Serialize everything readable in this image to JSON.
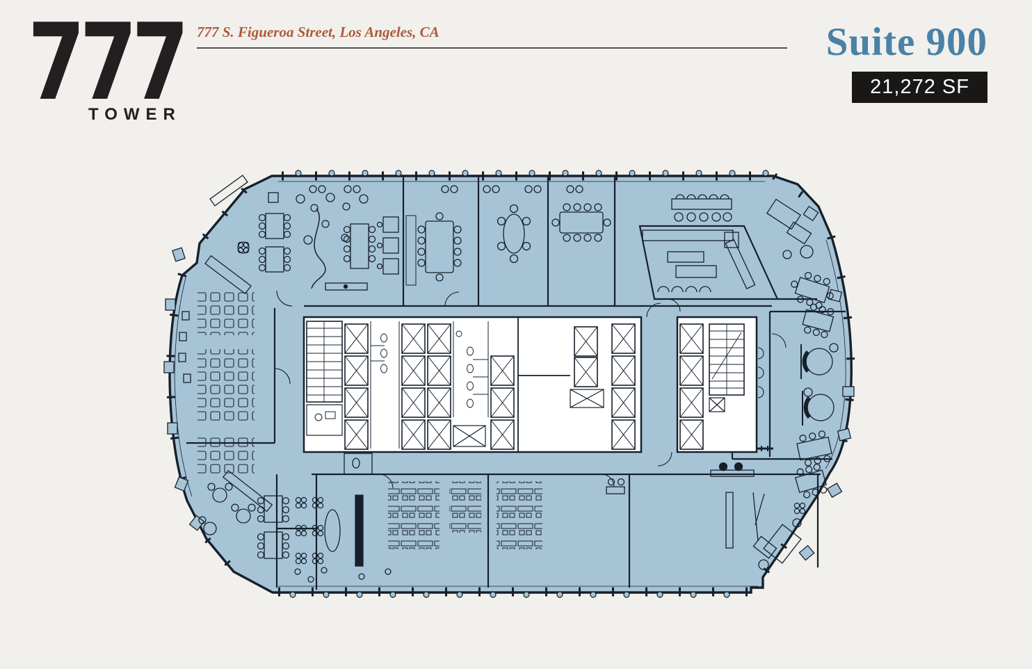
{
  "header": {
    "logo_number": "777",
    "logo_word": "TOWER",
    "address": "777 S. Figueroa Street, Los Angeles, CA",
    "suite_title": "Suite 900",
    "area_badge": "21,272 SF"
  },
  "floorplan": {
    "type": "floor-plan",
    "colors": {
      "paper": "#f1f0ed",
      "plan_fill": "#a7c4d7",
      "line": "#16202b",
      "core_fill": "#ffffff",
      "address_accent": "#ae5a38",
      "suite_blue": "#4a81a6",
      "badge_bg": "#191817",
      "badge_text": "#ffffff",
      "logo_black": "#231f20"
    }
  }
}
